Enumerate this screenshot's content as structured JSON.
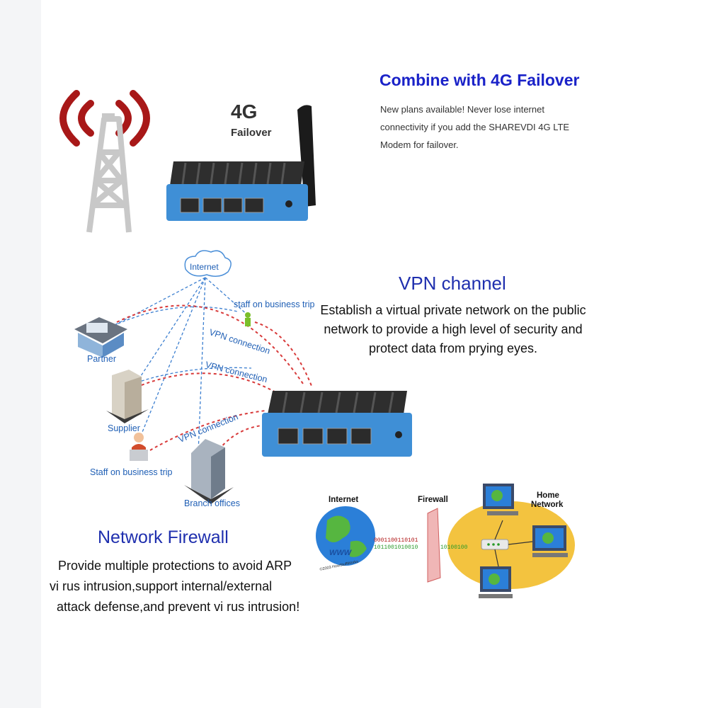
{
  "failover": {
    "title": "Combine with 4G Failover",
    "description": "New plans available! Never lose internet connectivity if you add the SHAREVDI 4G LTE Modem for failover.",
    "badge_line1": "4G",
    "badge_line2": "Failover"
  },
  "vpn": {
    "title": "VPN channel",
    "description": "Establish a virtual private network on the public network to provide a high level of security and protect data from prying eyes.",
    "diagram": {
      "internet": "Internet",
      "staff_trip_top": "staff on business trip",
      "connection_label": "VPN connection",
      "partner": "Partner",
      "supplier": "Supplier",
      "staff_trip": "Staff on business trip",
      "branch": "Branch offices"
    }
  },
  "firewall": {
    "title": "Network Firewall",
    "description_lines": [
      "Provide multiple protections to avoid ARP",
      "vi rus intrusion,support internal/external",
      "attack defense,and prevent vi rus intrusion!"
    ],
    "diagram": {
      "internet": "Internet",
      "firewall": "Firewall",
      "home_line1": "Home",
      "home_line2": "Network",
      "credit": "©2003 HowStuffWorks",
      "globe_text": "WWW",
      "binary1": "0001100110101",
      "binary2": "1011001010010",
      "binary3": "10100100"
    }
  },
  "colors": {
    "title_blue": "#1a22c8",
    "section_blue": "#1f2fae",
    "label_blue": "#1f5fb5",
    "device_blue": "#3f8fd6",
    "signal_red": "#a81818",
    "vpn_red": "#d83a3a"
  }
}
